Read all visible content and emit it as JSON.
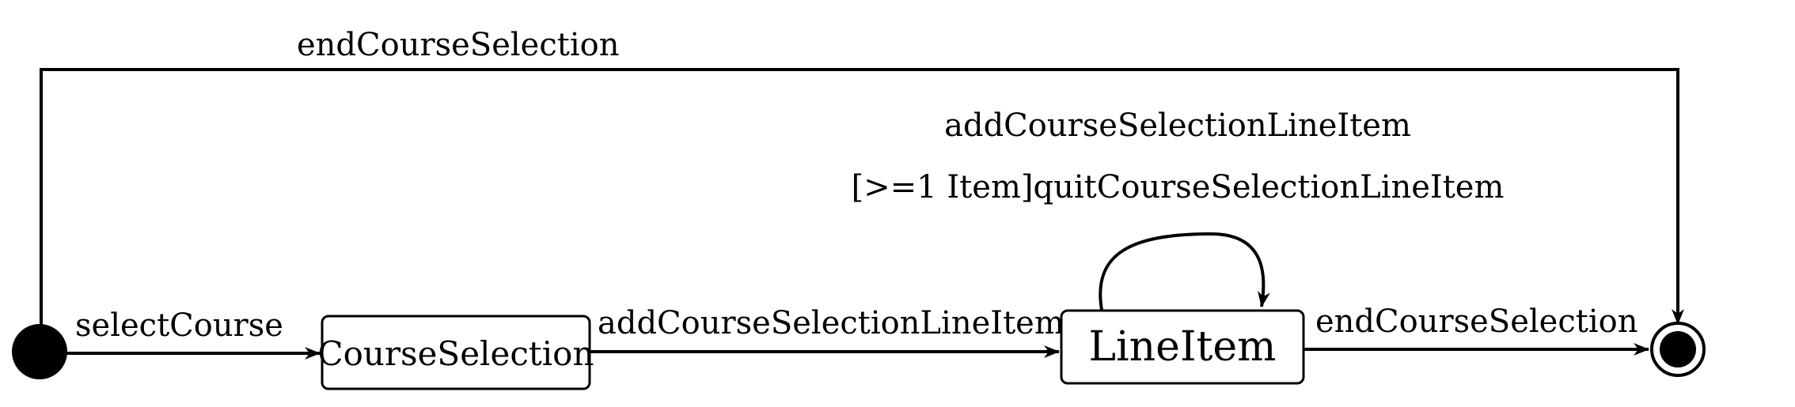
{
  "diagram": {
    "type": "state-machine",
    "states": {
      "course_selection": "CourseSelection",
      "line_item": "LineItem"
    },
    "transitions": {
      "initial_to_course_selection": "selectCourse",
      "course_selection_to_line_item": "addCourseSelectionLineItem",
      "line_item_to_final": "endCourseSelection",
      "initial_to_final": "endCourseSelection",
      "line_item_self_add": "addCourseSelectionLineItem",
      "line_item_self_quit": "[>=1 Item]quitCourseSelectionLineItem"
    }
  },
  "colors": {
    "stroke": "#000000",
    "background": "#ffffff"
  }
}
